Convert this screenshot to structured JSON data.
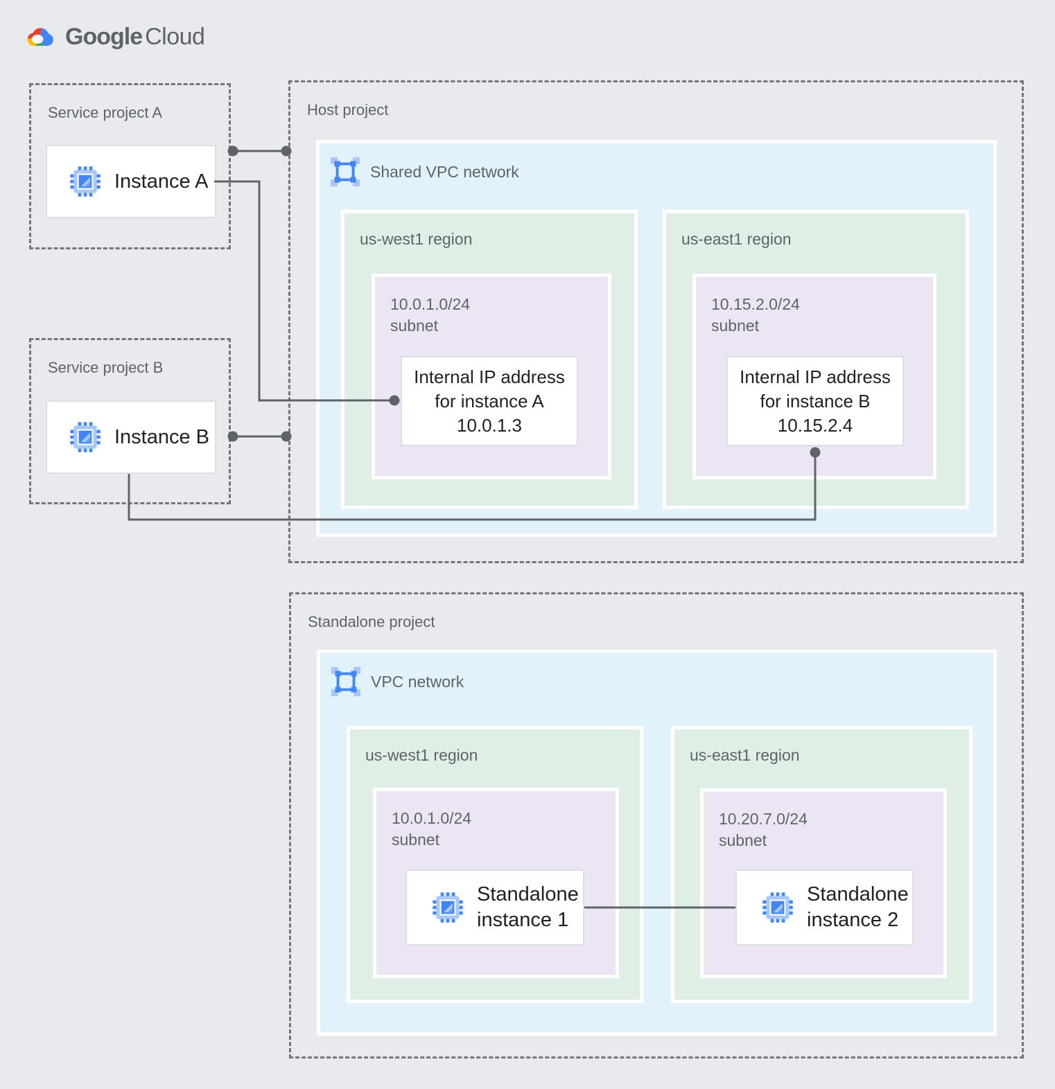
{
  "logo": {
    "brand": "Google",
    "product": "Cloud",
    "icon": "google-cloud-icon"
  },
  "palette": {
    "background": "#E8EAED",
    "network_fill": "#E1F2FA",
    "region_fill": "#DFEFE6",
    "subnet_fill": "#ECE6F4",
    "card_border": "#DCDEE2",
    "dashed_border": "#757575",
    "label_gray": "#5F6368",
    "text_dark": "#202124",
    "google_blue": "#4285F4",
    "light_blue": "#A8C7FA",
    "connector": "#5F6368",
    "logo_red": "#EA4335",
    "logo_yellow": "#FBBC04",
    "logo_green": "#34A853"
  },
  "service_project_a": {
    "label": "Service project A",
    "instance": {
      "icon": "compute-engine-icon",
      "label": "Instance A"
    }
  },
  "service_project_b": {
    "label": "Service project B",
    "instance": {
      "icon": "compute-engine-icon",
      "label": "Instance B"
    }
  },
  "host_project": {
    "label": "Host project",
    "network": {
      "icon": "vpc-network-icon",
      "label": "Shared VPC network"
    },
    "regions": [
      {
        "label": "us-west1 region",
        "subnet_cidr": "10.0.1.0/24",
        "subnet_word": "subnet",
        "ip_card": {
          "line1": "Internal IP address",
          "line2": "for instance A",
          "line3": "10.0.1.3"
        }
      },
      {
        "label": "us-east1 region",
        "subnet_cidr": "10.15.2.0/24",
        "subnet_word": "subnet",
        "ip_card": {
          "line1": "Internal IP address",
          "line2": "for instance B",
          "line3": "10.15.2.4"
        }
      }
    ]
  },
  "standalone_project": {
    "label": "Standalone project",
    "network": {
      "icon": "vpc-network-icon",
      "label": "VPC network"
    },
    "regions": [
      {
        "label": "us-west1 region",
        "subnet_cidr": "10.0.1.0/24",
        "subnet_word": "subnet",
        "instance": {
          "icon": "compute-engine-icon",
          "line1": "Standalone",
          "line2": "instance 1"
        }
      },
      {
        "label": "us-east1 region",
        "subnet_cidr": "10.20.7.0/24",
        "subnet_word": "subnet",
        "instance": {
          "icon": "compute-engine-icon",
          "line1": "Standalone",
          "line2": "instance 2"
        }
      }
    ]
  }
}
